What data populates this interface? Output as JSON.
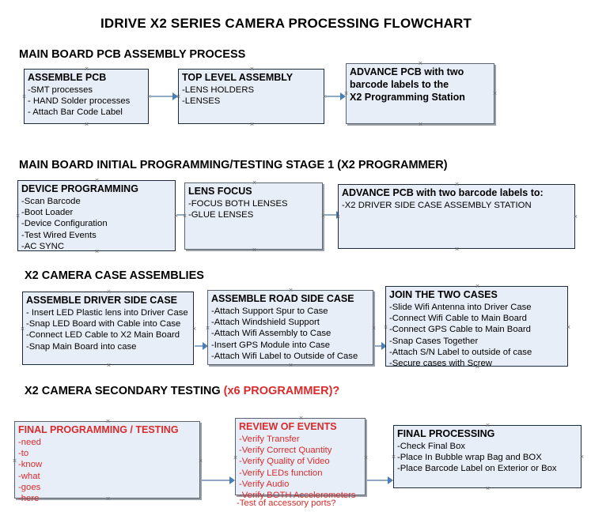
{
  "document": {
    "title": "IDRIVE X2  SERIES CAMERA PROCESSING FLOWCHART"
  },
  "sections": [
    {
      "id": "main-board-pcb-assembly",
      "heading": "MAIN BOARD PCB ASSEMBLY PROCESS",
      "heading_sub": "",
      "nodes": [
        {
          "id": "assemble-pcb",
          "title": "ASSEMBLE PCB",
          "lines": [
            "-SMT processes",
            "- HAND Solder processes",
            "- Attach Bar Code Label"
          ],
          "color": "black"
        },
        {
          "id": "top-level-assembly",
          "title": "TOP LEVEL ASSEMBLY",
          "lines": [
            "-LENS HOLDERS",
            "-LENSES"
          ],
          "color": "black"
        },
        {
          "id": "advance-pcb-programming-station",
          "title": "ADVANCE PCB with two",
          "lines": [
            "barcode labels to the",
            " X2 Programming Station"
          ],
          "color": "black"
        }
      ]
    },
    {
      "id": "main-board-initial-programming",
      "heading": "MAIN BOARD INITIAL PROGRAMMING/TESTING STAGE 1 (X2 PROGRAMMER)",
      "heading_sub": "",
      "nodes": [
        {
          "id": "device-programming",
          "title": "DEVICE PROGRAMMING",
          "lines": [
            "-Scan Barcode",
            "-Boot Loader",
            "-Device Configuration",
            "-Test Wired Events",
            "-AC SYNC"
          ],
          "color": "black"
        },
        {
          "id": "lens-focus",
          "title": "LENS FOCUS",
          "lines": [
            "-FOCUS BOTH LENSES",
            "-GLUE LENSES"
          ],
          "color": "black"
        },
        {
          "id": "advance-pcb-driver-side-case",
          "title": "ADVANCE PCB with two barcode labels to:",
          "lines": [
            "-X2 DRIVER  SIDE  CASE  ASSEMBLY STATION"
          ],
          "color": "black"
        }
      ]
    },
    {
      "id": "x2-camera-case-assemblies",
      "heading": "X2 CAMERA CASE ASSEMBLIES",
      "heading_sub": "",
      "nodes": [
        {
          "id": "assemble-driver-side-case",
          "title": "ASSEMBLE DRIVER SIDE CASE",
          "lines": [
            "- Insert LED Plastic lens into Driver Case",
            "-Snap LED Board with Cable into Case",
            "-Connect LED Cable to X2 Main Board",
            "-Snap Main Board into case"
          ],
          "color": "black"
        },
        {
          "id": "assemble-road-side-case",
          "title": "ASSEMBLE ROAD SIDE CASE",
          "lines": [
            "-Attach Support Spur to Case",
            "-Attach Windshield Support",
            "-Attach Wifi Assembly to Case",
            "-Insert GPS Module into Case",
            "-Attach Wifi Label to Outside of Case"
          ],
          "color": "black"
        },
        {
          "id": "join-the-two-cases",
          "title": "JOIN THE TWO CASES",
          "lines": [
            "-Slide Wifi Antenna into Driver Case",
            "-Connect Wifi Cable to Main Board",
            "-Connect GPS Cable to Main Board",
            "-Snap Cases Together",
            "-Attach S/N Label to outside of case",
            "-Secure cases with Screw"
          ],
          "color": "black"
        }
      ]
    },
    {
      "id": "x2-camera-secondary-testing",
      "heading": "X2 CAMERA SECONDARY TESTING ",
      "heading_sub": "(x6 PROGRAMMER)?",
      "nodes": [
        {
          "id": "final-programming-testing",
          "title": "FINAL PROGRAMMING / TESTING",
          "lines": [
            "-need",
            "-to",
            "-know",
            "-what",
            "-goes",
            "-here"
          ],
          "color": "red"
        },
        {
          "id": "review-of-events",
          "title": "REVIEW OF EVENTS",
          "lines": [
            "-Verify Transfer",
            "-Verify Correct Quantity",
            "-Verify Quality of Video",
            "-Verify LEDs function",
            "-Verify Audio",
            "-Verify BOTH Accelerometers"
          ],
          "overflow_line": "-Test of accessory ports?",
          "color": "red"
        },
        {
          "id": "final-processing",
          "title": "FINAL PROCESSING",
          "lines": [
            " -Check Final Box",
            "-Place In Bubble wrap Bag and BOX",
            "-Place Barcode Label on Exterior or Box"
          ],
          "color": "black"
        }
      ]
    }
  ],
  "colors": {
    "node_fill": "#e8eef8",
    "node_border": "#1d2b3a",
    "connector": "#8fabc6",
    "arrow": "#4a7fb5",
    "red_text": "#d92b2b",
    "text": "#000000",
    "background": "#ffffff"
  }
}
